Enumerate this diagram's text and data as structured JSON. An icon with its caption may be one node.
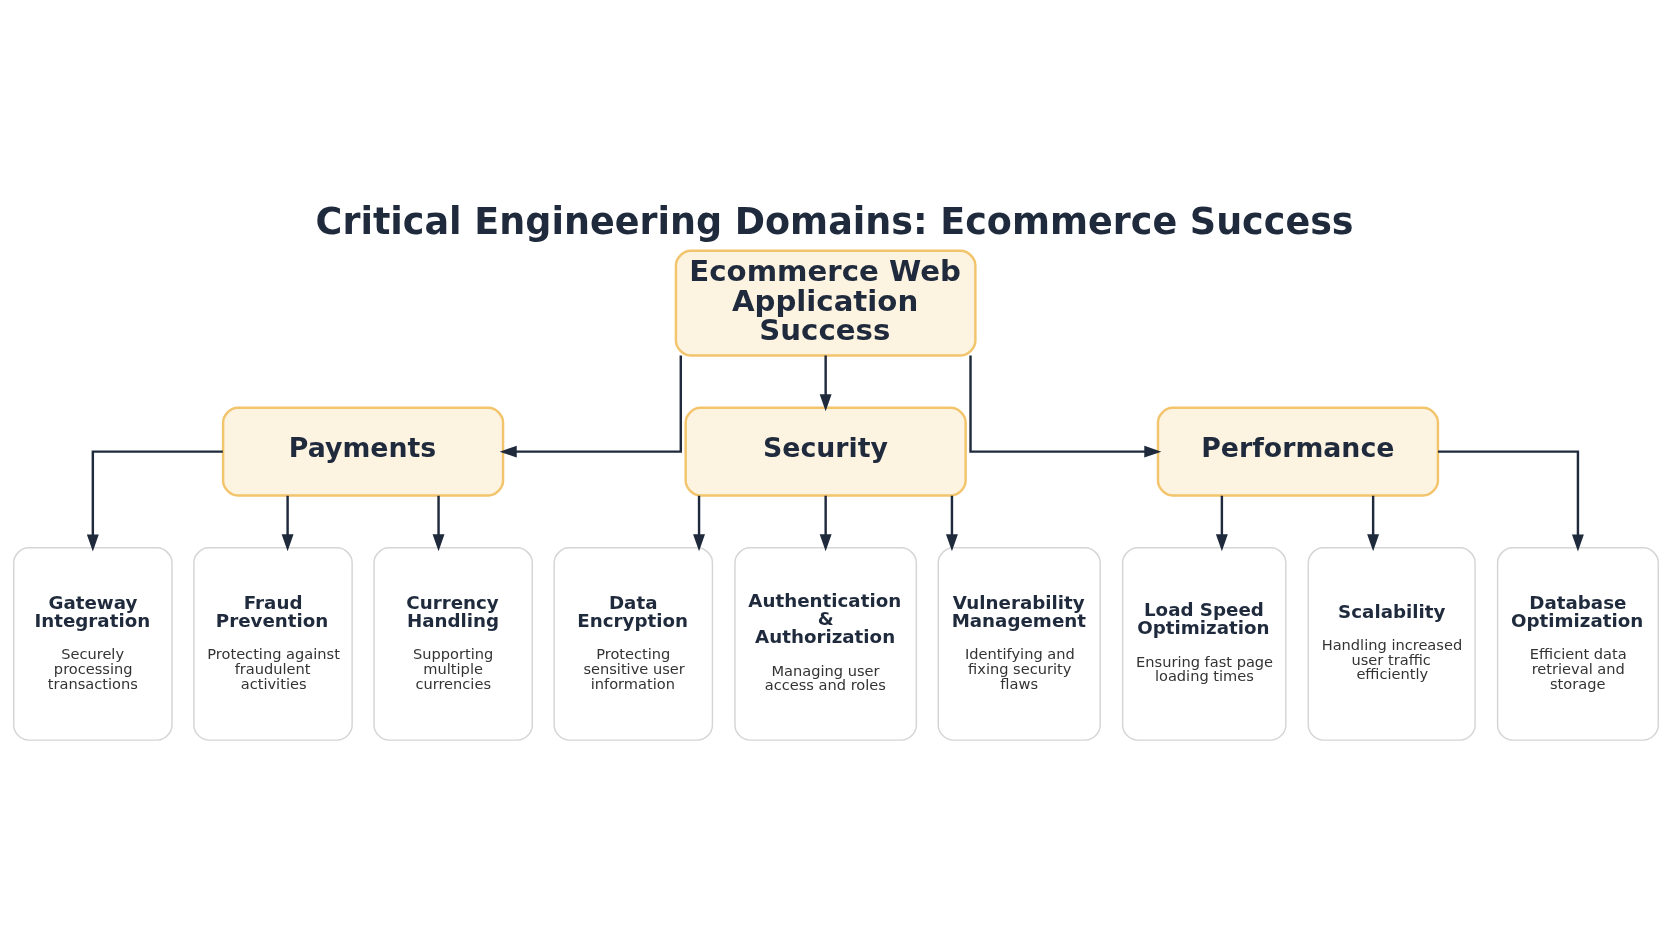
{
  "diagram": {
    "title": "Critical Engineering Domains: Ecommerce Success",
    "nodes": [
      {
        "text": [
          "Ecommerce Web Application Success"
        ]
      },
      {
        "text": [
          "Payments"
        ]
      },
      {
        "text": [
          "Security"
        ]
      },
      {
        "text": [
          "Performance"
        ]
      },
      {
        "text": [
          "Gateway Integration",
          "Securely processing transactions"
        ]
      },
      {
        "text": [
          "Fraud Prevention",
          "Protecting against fraudulent activities"
        ]
      },
      {
        "text": [
          "Currency Handling",
          "Supporting multiple currencies"
        ]
      },
      {
        "text": [
          "Data Encryption",
          "Protecting sensitive user information"
        ]
      },
      {
        "text": [
          "Authentication & Authorization",
          "Managing user access and roles"
        ]
      },
      {
        "text": [
          "Vulnerability Management",
          "Identifying and fixing security flaws"
        ]
      },
      {
        "text": [
          "Load Speed Optimization",
          "Ensuring fast page loading times"
        ]
      },
      {
        "text": [
          "Scalability",
          "Handling increased user traffic efficiently"
        ]
      },
      {
        "text": [
          "Database Optimization",
          "Efficient data retrieval and storage"
        ]
      }
    ],
    "edges": [
      {
        "from": 0,
        "to": 1,
        "arrow": "to"
      },
      {
        "from": 0,
        "to": 2,
        "arrow": "to"
      },
      {
        "from": 0,
        "to": 3,
        "arrow": "to"
      },
      {
        "from": 1,
        "to": 4,
        "arrow": "to"
      },
      {
        "from": 1,
        "to": 5,
        "arrow": "to"
      },
      {
        "from": 1,
        "to": 6,
        "arrow": "to"
      },
      {
        "from": 2,
        "to": 7,
        "arrow": "to"
      },
      {
        "from": 2,
        "to": 8,
        "arrow": "to"
      },
      {
        "from": 2,
        "to": 9,
        "arrow": "to"
      },
      {
        "from": 3,
        "to": 10,
        "arrow": "to"
      },
      {
        "from": 3,
        "to": 11,
        "arrow": "to"
      },
      {
        "from": 3,
        "to": 12,
        "arrow": "to"
      }
    ]
  }
}
